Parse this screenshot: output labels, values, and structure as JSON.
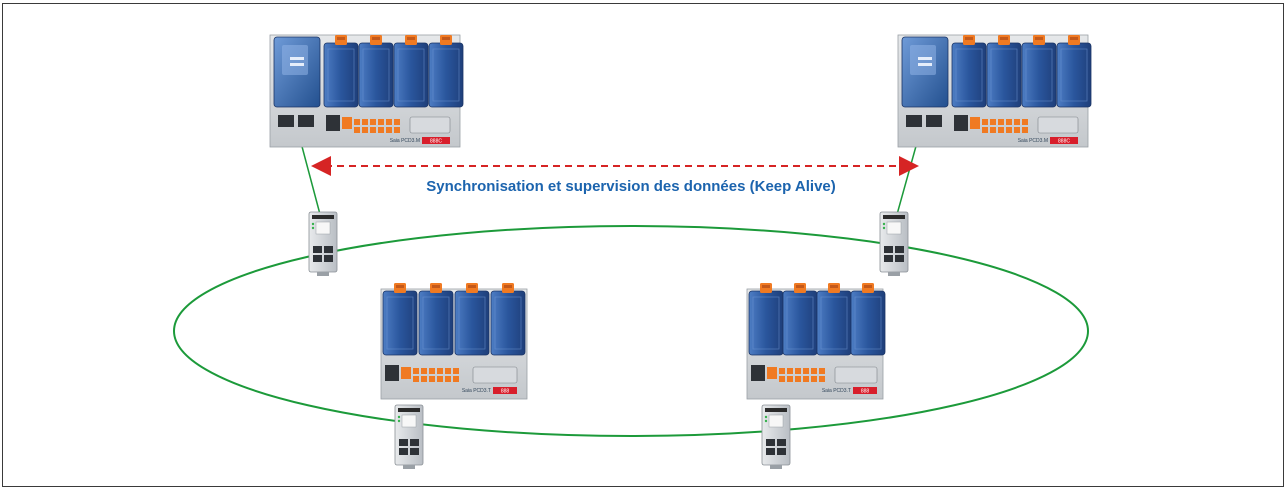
{
  "diagram": {
    "caption": "Synchronisation et supervision des données (Keep Alive)",
    "colors": {
      "ring": "#1c9a3a",
      "keep_alive_arrow": "#d62424",
      "caption": "#1c64ae",
      "module_blue": "#2f5fa8",
      "connector_orange": "#f07a22",
      "badge_red": "#d81e2b"
    },
    "controllers": [
      {
        "id": "primary",
        "label": "Saia PCD3.M",
        "badge": "888C",
        "has_cpu_module": true
      },
      {
        "id": "secondary",
        "label": "Saia PCD3.M",
        "badge": "888C",
        "has_cpu_module": true
      },
      {
        "id": "remote-1",
        "label": "Saia PCD3.T",
        "badge": "888",
        "has_cpu_module": false
      },
      {
        "id": "remote-2",
        "label": "Saia PCD3.T",
        "badge": "888",
        "has_cpu_module": false
      }
    ],
    "switch_icon": "industrial-ethernet-switch-icon"
  }
}
